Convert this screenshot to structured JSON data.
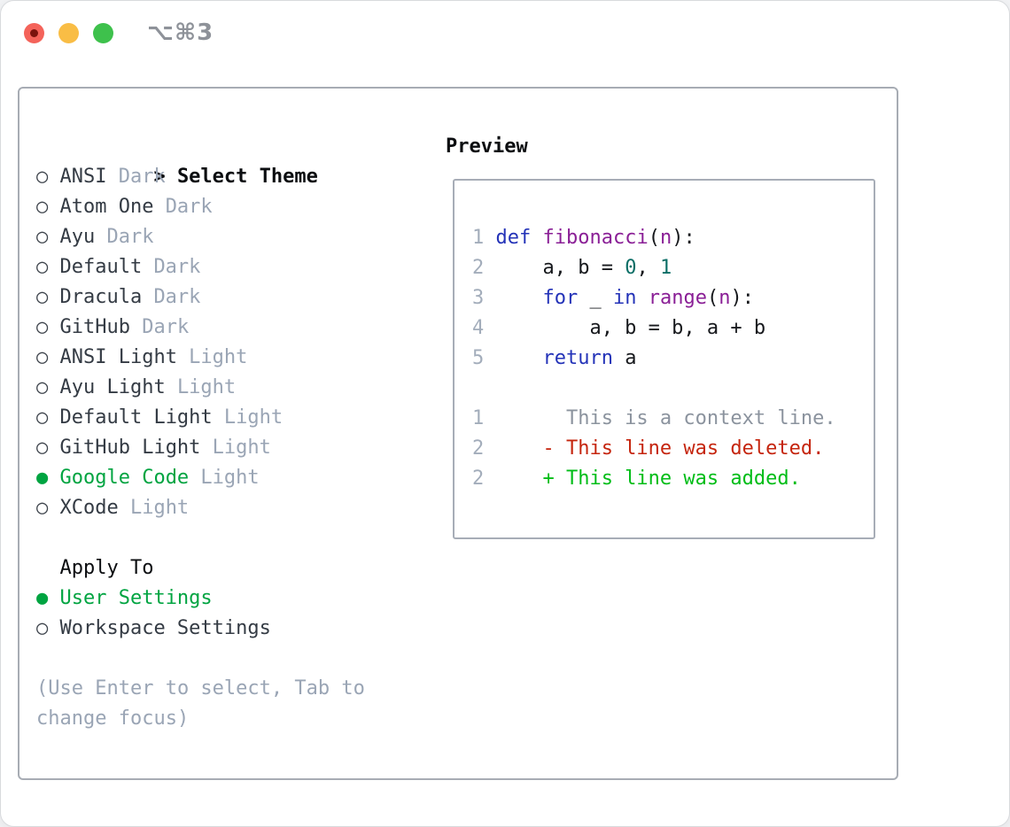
{
  "window": {
    "title": "⌥⌘3",
    "controls": {
      "close_color": "#f4635a",
      "close_dot_color": "#7a130d",
      "minimize_color": "#f9bd45",
      "zoom_color": "#3ec14c"
    }
  },
  "theme_picker": {
    "prompt": ">",
    "header": "Select Theme",
    "marker_selected": "●",
    "marker_unselected": "○",
    "colors": {
      "header": "#0b0d10",
      "label": "#343b44",
      "tag": "#9aa5b5",
      "selected": "#00a441",
      "marker": "#3d434b"
    },
    "items": [
      {
        "label": "ANSI",
        "tag": "Dark",
        "selected": false
      },
      {
        "label": "Atom One",
        "tag": "Dark",
        "selected": false
      },
      {
        "label": "Ayu",
        "tag": "Dark",
        "selected": false
      },
      {
        "label": "Default",
        "tag": "Dark",
        "selected": false
      },
      {
        "label": "Dracula",
        "tag": "Dark",
        "selected": false
      },
      {
        "label": "GitHub",
        "tag": "Dark",
        "selected": false
      },
      {
        "label": "ANSI Light",
        "tag": "Light",
        "selected": false
      },
      {
        "label": "Ayu Light",
        "tag": "Light",
        "selected": false
      },
      {
        "label": "Default Light",
        "tag": "Light",
        "selected": false
      },
      {
        "label": "GitHub Light",
        "tag": "Light",
        "selected": false
      },
      {
        "label": "Google Code",
        "tag": "Light",
        "selected": true
      },
      {
        "label": "XCode",
        "tag": "Light",
        "selected": false
      }
    ]
  },
  "apply_to": {
    "header": "Apply To",
    "options": [
      {
        "label": "User Settings",
        "selected": true
      },
      {
        "label": "Workspace Settings",
        "selected": false
      }
    ]
  },
  "help_text": "(Use Enter to select, Tab to change focus)",
  "help_color": "#9aa5b5",
  "preview": {
    "header": "Preview",
    "token_colors": {
      "kw": "#2433b8",
      "fn": "#8a1f96",
      "num": "#0a6e66",
      "txt": "#16181c",
      "ln": "#a3adbb",
      "ctx": "#8b939e",
      "del": "#c5250e",
      "add": "#00bd17"
    },
    "code_lines": [
      {
        "num": "1",
        "tokens": [
          {
            "t": "kw",
            "s": "def"
          },
          {
            "t": "txt",
            "s": " "
          },
          {
            "t": "fn",
            "s": "fibonacci"
          },
          {
            "t": "txt",
            "s": "("
          },
          {
            "t": "fn",
            "s": "n"
          },
          {
            "t": "txt",
            "s": "):"
          }
        ]
      },
      {
        "num": "2",
        "tokens": [
          {
            "t": "txt",
            "s": "    a, b = "
          },
          {
            "t": "num",
            "s": "0"
          },
          {
            "t": "txt",
            "s": ", "
          },
          {
            "t": "num",
            "s": "1"
          }
        ]
      },
      {
        "num": "3",
        "tokens": [
          {
            "t": "txt",
            "s": "    "
          },
          {
            "t": "kw",
            "s": "for"
          },
          {
            "t": "txt",
            "s": " _ "
          },
          {
            "t": "kw",
            "s": "in"
          },
          {
            "t": "txt",
            "s": " "
          },
          {
            "t": "fn",
            "s": "range"
          },
          {
            "t": "txt",
            "s": "("
          },
          {
            "t": "fn",
            "s": "n"
          },
          {
            "t": "txt",
            "s": "):"
          }
        ]
      },
      {
        "num": "4",
        "tokens": [
          {
            "t": "txt",
            "s": "        a, b = b, a + b"
          }
        ]
      },
      {
        "num": "5",
        "tokens": [
          {
            "t": "txt",
            "s": "    "
          },
          {
            "t": "kw",
            "s": "return"
          },
          {
            "t": "txt",
            "s": " a"
          }
        ]
      }
    ],
    "diff_lines": [
      {
        "num": "1",
        "tokens": [
          {
            "t": "ctx",
            "s": "      This is a context line."
          }
        ]
      },
      {
        "num": "2",
        "tokens": [
          {
            "t": "del",
            "s": "    - This line was deleted."
          }
        ]
      },
      {
        "num": "2",
        "tokens": [
          {
            "t": "add",
            "s": "    + This line was added."
          }
        ]
      }
    ]
  }
}
